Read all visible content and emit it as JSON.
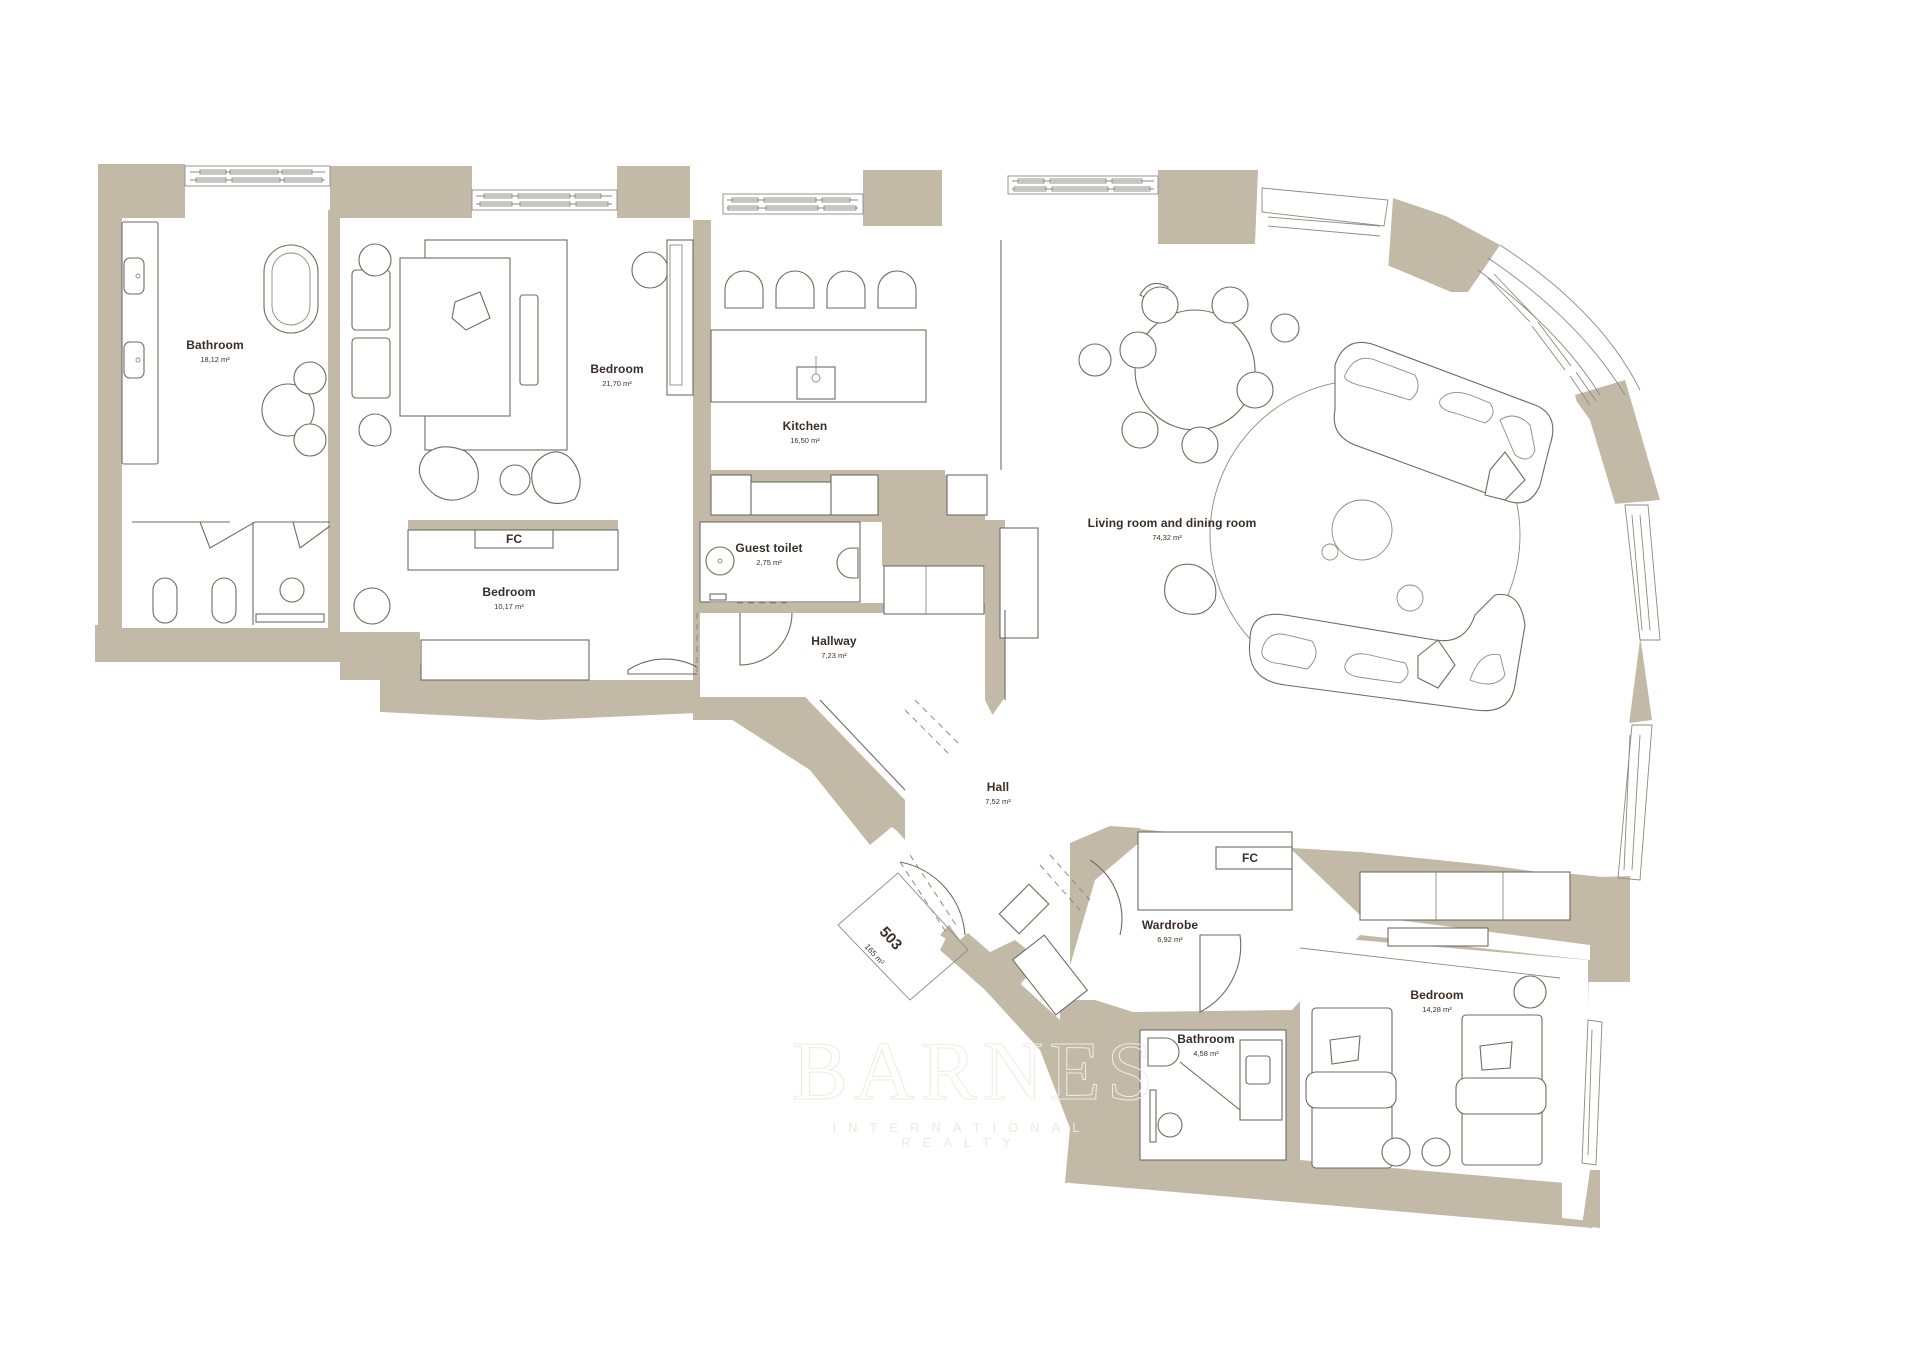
{
  "plan": {
    "type": "apartment floor plan",
    "colors": {
      "wall": "#c3b9a7",
      "background": "#ffffff",
      "line": "#6f6a63",
      "label_text": "#3a2f27"
    },
    "rooms": [
      {
        "id": "bathroom-1",
        "name": "Bathroom",
        "area": "18,12 m²"
      },
      {
        "id": "bedroom-1",
        "name": "Bedroom",
        "area": "21,70 m²"
      },
      {
        "id": "kitchen",
        "name": "Kitchen",
        "area": "16,50 m²"
      },
      {
        "id": "living-dining",
        "name": "Living room and dining room",
        "area": "74,32 m²"
      },
      {
        "id": "guest-toilet",
        "name": "Guest toilet",
        "area": "2,75 m²"
      },
      {
        "id": "bedroom-2",
        "name": "Bedroom",
        "area": "10,17 m²"
      },
      {
        "id": "hallway",
        "name": "Hallway",
        "area": "7,23 m²"
      },
      {
        "id": "hall",
        "name": "Hall",
        "area": "7,52 m²"
      },
      {
        "id": "wardrobe",
        "name": "Wardrobe",
        "area": "6,92 m²"
      },
      {
        "id": "bathroom-2",
        "name": "Bathroom",
        "area": "4,58 m²"
      },
      {
        "id": "bedroom-3",
        "name": "Bedroom",
        "area": "14,28 m²"
      }
    ],
    "closets": [
      {
        "id": "fc-1",
        "label": "FC"
      },
      {
        "id": "fc-2",
        "label": "FC"
      }
    ],
    "unit_marker": {
      "number": "503",
      "area": "165 m²"
    },
    "watermark": {
      "brand": "BARNES",
      "tagline": "INTERNATIONAL REALTY"
    }
  }
}
